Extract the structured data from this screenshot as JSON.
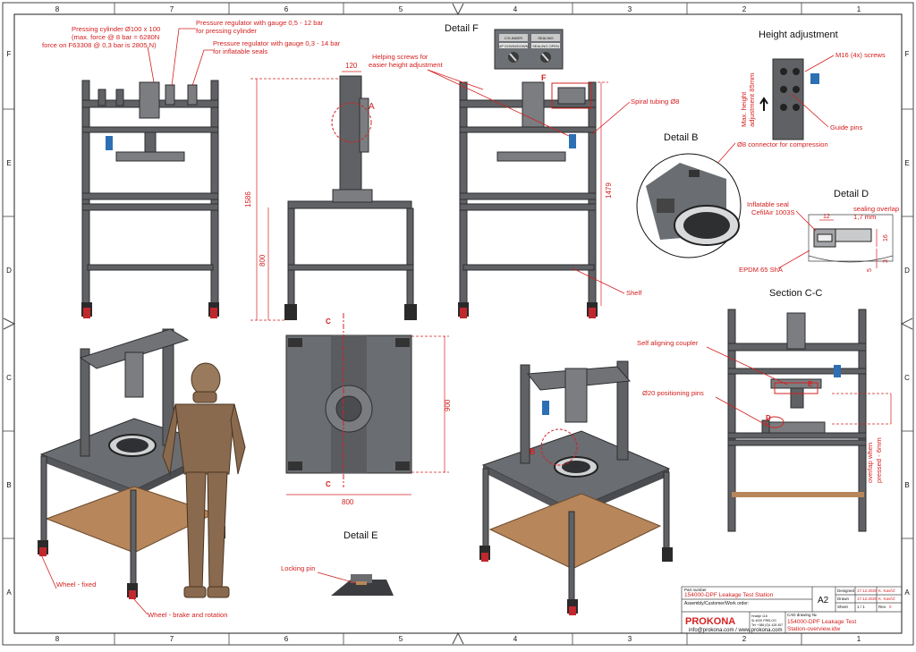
{
  "colors": {
    "accent": "#d42020",
    "frame": "#5f6164",
    "wood": "#b7865a"
  },
  "border": {
    "top_cols": [
      "8",
      "7",
      "6",
      "5",
      "4",
      "3",
      "2",
      "1"
    ],
    "bottom_cols": [
      "8",
      "7",
      "6",
      "5",
      "4",
      "3",
      "2",
      "1"
    ],
    "left_rows": [
      "F",
      "E",
      "D",
      "C",
      "B",
      "A"
    ],
    "right_rows": [
      "F",
      "E",
      "D",
      "C",
      "B",
      "A"
    ]
  },
  "labels": {
    "pressing_cylinder": [
      "Pressing cylinder Ø100 x 100",
      "(max. force @ 8 bar = 6280N",
      "force on F63308 @ 0,3 bar is 2805 N)"
    ],
    "pressure_reg1": [
      "Pressure regulator with gauge 0,5 - 12 bar",
      "for pressing cylinder"
    ],
    "pressure_reg2": [
      "Pressure regulator with gauge 0,3 - 14 bar",
      "for inflatable seals"
    ],
    "helping_screws": [
      "Helping screws for",
      "easier height adjustment"
    ],
    "spiral_tubing": "Spiral tubing Ø8",
    "shelf": "Shelf",
    "wheel_fixed": "Wheel - fixed",
    "wheel_brake": "Wheel - brake and rotation",
    "locking_pin": "Locking pin",
    "self_aligning": "Self aligning coupler",
    "positioning_pins": "Ø20 positioning pins",
    "m16_screws": "M16 (4x) screws",
    "guide_pins": "Guide pins",
    "max_height": [
      "Max. height",
      "adjustment 85mm"
    ],
    "connector": "Ø8 connector for compression",
    "inflatable_seal": [
      "Inflatable seal",
      "CefilAir 1003S"
    ],
    "sealing_overlap": [
      "sealing overlap",
      "1,7 mm"
    ],
    "epdm": "EPDM 65 ShA",
    "overlap_pressed": [
      "overlap when",
      "pressed - 6mm"
    ]
  },
  "titles": {
    "detail_f": "Detail F",
    "height_adj": "Height adjustment",
    "detail_b": "Detail B",
    "detail_d": "Detail D",
    "section_cc": "Section C-C",
    "detail_e": "Detail E"
  },
  "markers": {
    "a": "A",
    "b": "B",
    "c": "C",
    "d": "D",
    "e": "E",
    "f": "F"
  },
  "dims": {
    "d120": "120",
    "d1586": "1586",
    "d800v": "800",
    "d1479": "1479",
    "d900": "900",
    "d800h": "800",
    "d12": "12",
    "d16": "16",
    "d3": "3",
    "d5": "5"
  },
  "detail_f_panel": {
    "left": "CYLINDER",
    "right": "SEALING",
    "left_sub": "UP  DOWN/DOWN",
    "right_sub": "SEALING  OPEN"
  },
  "title_block": {
    "part_number_label": "Part number",
    "part_number": "154000-DPF Leakage Test Station",
    "assembly_label": "Assembly/Customer/Work order:",
    "size": "A2",
    "designed_label": "Designed",
    "designed_date": "17.12.2020",
    "designed_by": "K. Kavčič",
    "drawn_label": "Drawn",
    "drawn_date": "17.12.2020",
    "drawn_by": "K. Kavčič",
    "sheet_label": "Sheet",
    "sheet_val": "1 / 1",
    "rev_label": "Rev.",
    "rev_val": "0",
    "cad_label": "CAD drawing №",
    "cad_name": "154000-DPF Leakage Test",
    "cad_file": "Station-overview.idw",
    "company": "PROKONA",
    "contact": "info@prokona.com / www.prokona.com",
    "address": [
      "Hrastje 118",
      "SI-4000 PRELOG",
      "Tel: +386 (0)1 428 457"
    ]
  }
}
